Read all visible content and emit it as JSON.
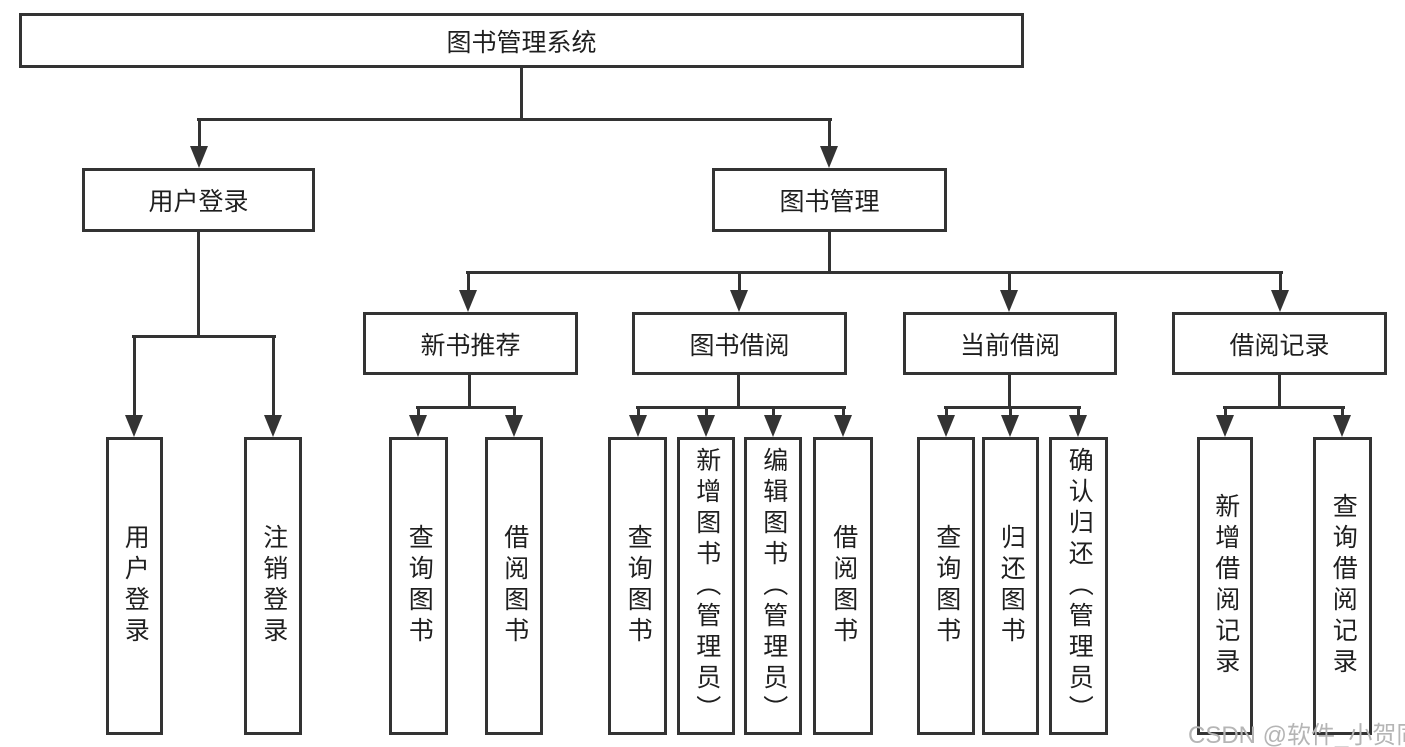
{
  "tree": {
    "label": "图书管理系统",
    "children": [
      {
        "label": "用户登录",
        "children": [
          {
            "label": "用户登录"
          },
          {
            "label": "注销登录"
          }
        ]
      },
      {
        "label": "图书管理",
        "children": [
          {
            "label": "新书推荐",
            "children": [
              {
                "label": "查询图书"
              },
              {
                "label": "借阅图书"
              }
            ]
          },
          {
            "label": "图书借阅",
            "children": [
              {
                "label": "查询图书"
              },
              {
                "label": "新增图书（管理员）"
              },
              {
                "label": "编辑图书（管理员）"
              },
              {
                "label": "借阅图书"
              }
            ]
          },
          {
            "label": "当前借阅",
            "children": [
              {
                "label": "查询图书"
              },
              {
                "label": "归还图书"
              },
              {
                "label": "确认归还（管理员）"
              }
            ]
          },
          {
            "label": "借阅记录",
            "children": [
              {
                "label": "新增借阅记录"
              },
              {
                "label": "查询借阅记录"
              }
            ]
          }
        ]
      }
    ]
  },
  "watermark": {
    "text": "CSDN @软件_小贺同学"
  },
  "colors": {
    "line": "#333333",
    "text": "#1f1f1f",
    "watermark": "#b5b5b5",
    "background": "#ffffff"
  }
}
